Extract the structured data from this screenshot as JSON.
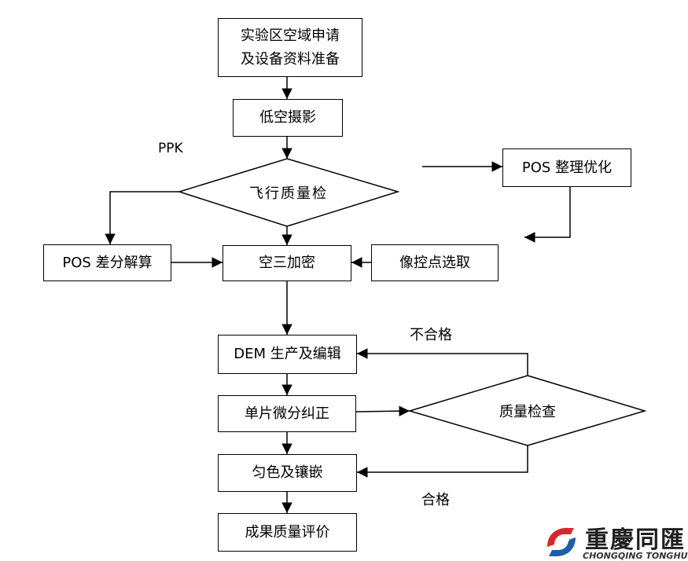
{
  "nodes": {
    "application": "实验区空域申请\n及设备资料准备",
    "photography": "低空摄影",
    "flight_check": "飞行质量检",
    "pos_optimize": "POS 整理优化",
    "pos_diff": "POS 差分解算",
    "aerial_tri": "空三加密",
    "gcp_select": "像控点选取",
    "dem": "DEM 生产及编辑",
    "ortho": "单片微分纠正",
    "quality_check": "质量检查",
    "mosaic": "匀色及镶嵌",
    "evaluation": "成果质量评价"
  },
  "labels": {
    "ppk": "PPK",
    "fail": "不合格",
    "pass": "合格"
  },
  "logo": {
    "name": "重慶同匯",
    "subtitle": "CHONGQING TONGHUI",
    "colors": {
      "red": "#d9262c",
      "blue": "#1f5fa8"
    }
  },
  "colors": {
    "line": "#000000",
    "background": "#ffffff"
  }
}
